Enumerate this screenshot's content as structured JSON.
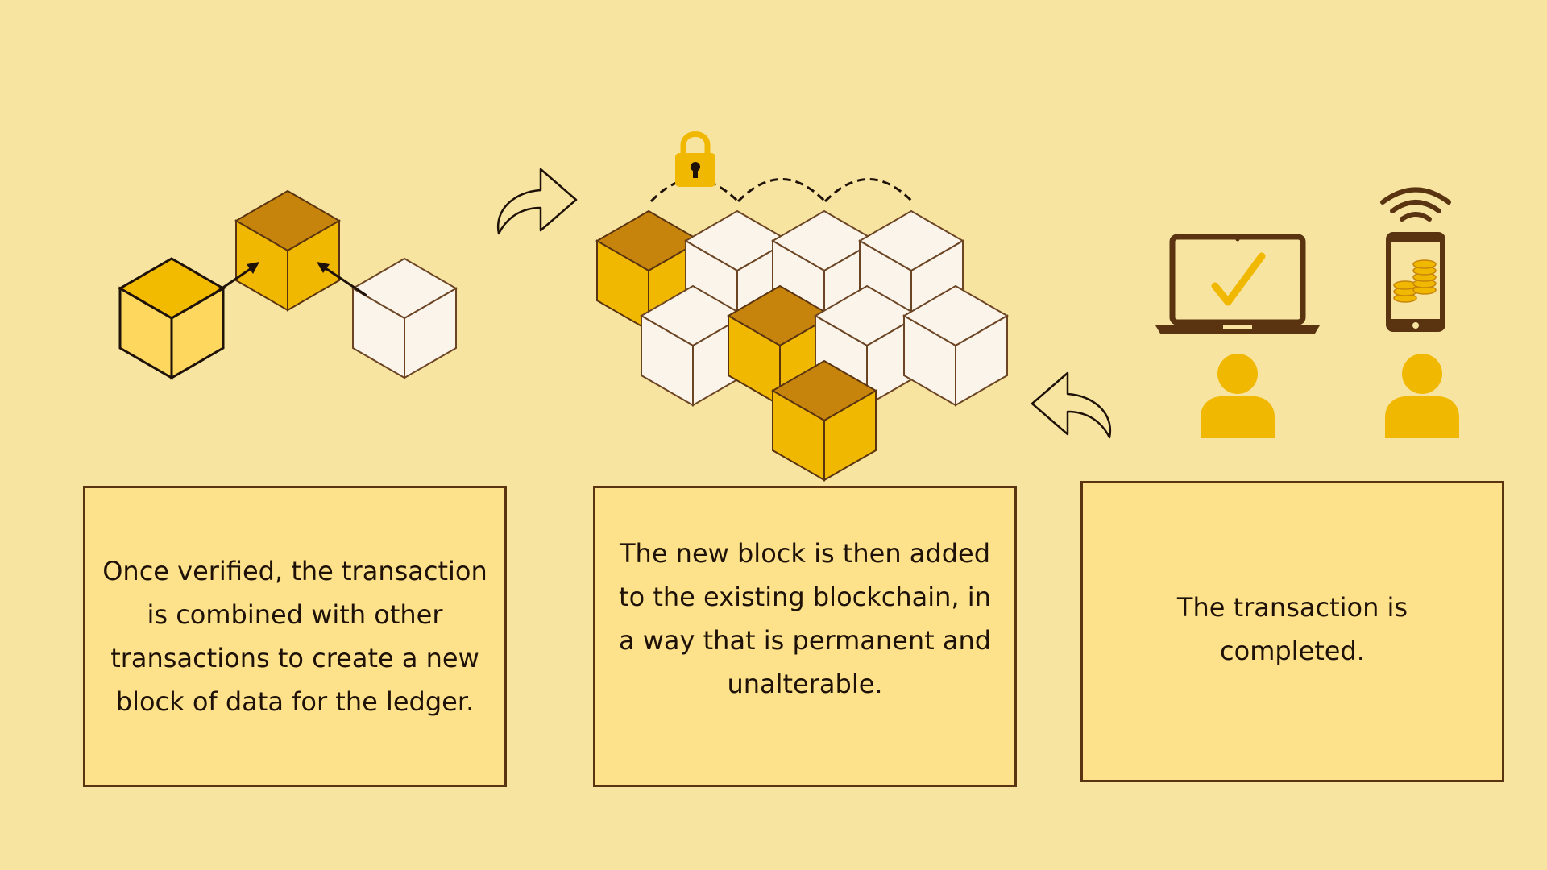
{
  "steps": [
    {
      "caption": "Once verified, the transaction is combined with other transactions to create a new block of data for the ledger."
    },
    {
      "caption": "The new block is then added to the existing blockchain, in a way that is permanent and unalterable."
    },
    {
      "caption": "The transaction is completed."
    }
  ],
  "colors": {
    "background": "#f8e4a1",
    "box_fill": "#fde28b",
    "box_border": "#5a3410",
    "gold_top": "#c6840c",
    "gold_face": "#f0b800",
    "gold_light": "#fdd75e",
    "white_block": "#fbf4ea",
    "brown": "#5a3410",
    "text": "#1e1208"
  },
  "icons": [
    "block-icon",
    "arrow-icon",
    "lock-icon",
    "laptop-icon",
    "checkmark-icon",
    "smartphone-icon",
    "coins-icon",
    "wifi-icon",
    "user-icon"
  ]
}
